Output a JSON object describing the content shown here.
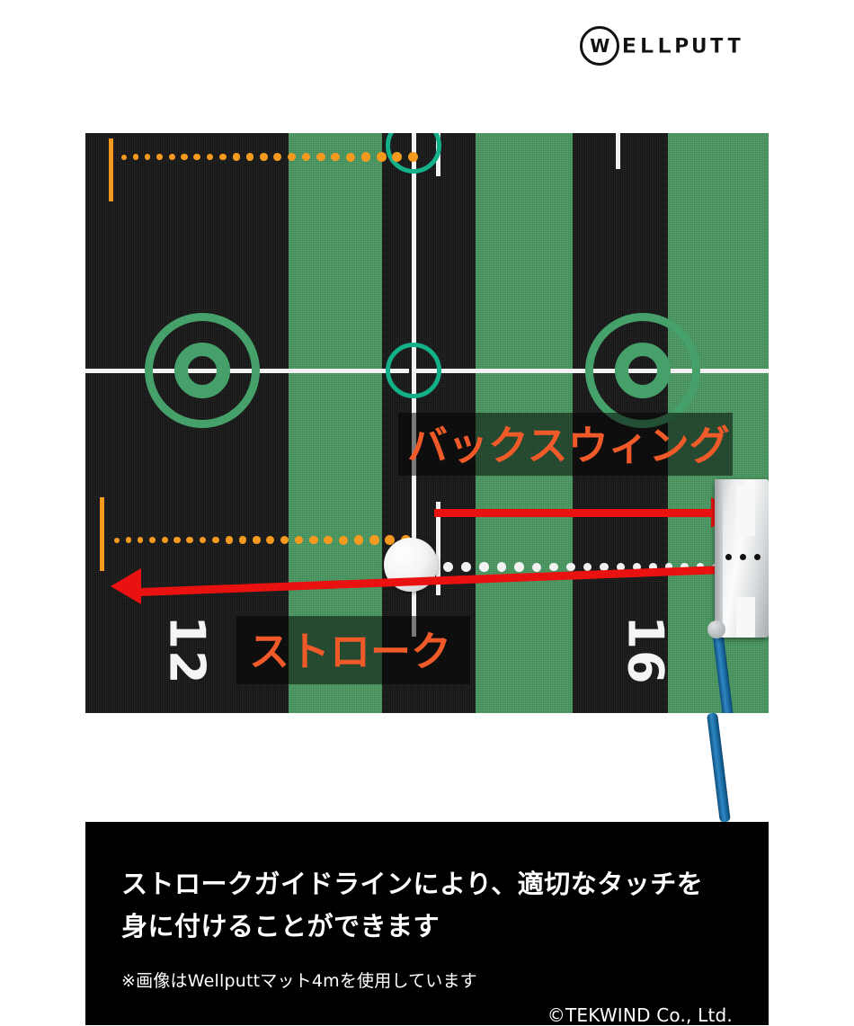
{
  "brand": {
    "mark_glyph": "W",
    "mark_icon": "circled-w-icon",
    "wordmark": "ELLPUTT",
    "full_name": "WELLPUTT"
  },
  "photo": {
    "alt_name": "wellputt-putting-mat-photo",
    "overlays": [
      {
        "id": "backswing",
        "label": "バックスウィング",
        "color": "#f05a28"
      },
      {
        "id": "stroke",
        "label": "ストローク",
        "color": "#f05a28"
      }
    ],
    "mat_numbers": [
      {
        "id": "left",
        "value": "12"
      },
      {
        "id": "right",
        "value": "16"
      }
    ],
    "colors": {
      "turf_black": "#161616",
      "turf_green": "#47985f",
      "guide_white": "#f2f2f2",
      "ring_green": "#46a06a",
      "ring_teal": "#13b08a",
      "dot_orange": "#f59a1e",
      "arrow_red": "#ea1111",
      "shaft_blue": "#2f86c2"
    },
    "arrows": [
      {
        "id": "backswing-arrow",
        "direction": "right"
      },
      {
        "id": "stroke-arrow",
        "direction": "left"
      }
    ],
    "putter": {
      "name": "mallet-putter",
      "alignment_dot_count": 3
    }
  },
  "caption": {
    "headline_line1": "ストロークガイドラインにより、適切なタッチを",
    "headline_line2": "身に付けることができます",
    "note": "※画像はWellputtマット4mを使用しています",
    "copyright": "©TEKWIND Co., Ltd."
  }
}
